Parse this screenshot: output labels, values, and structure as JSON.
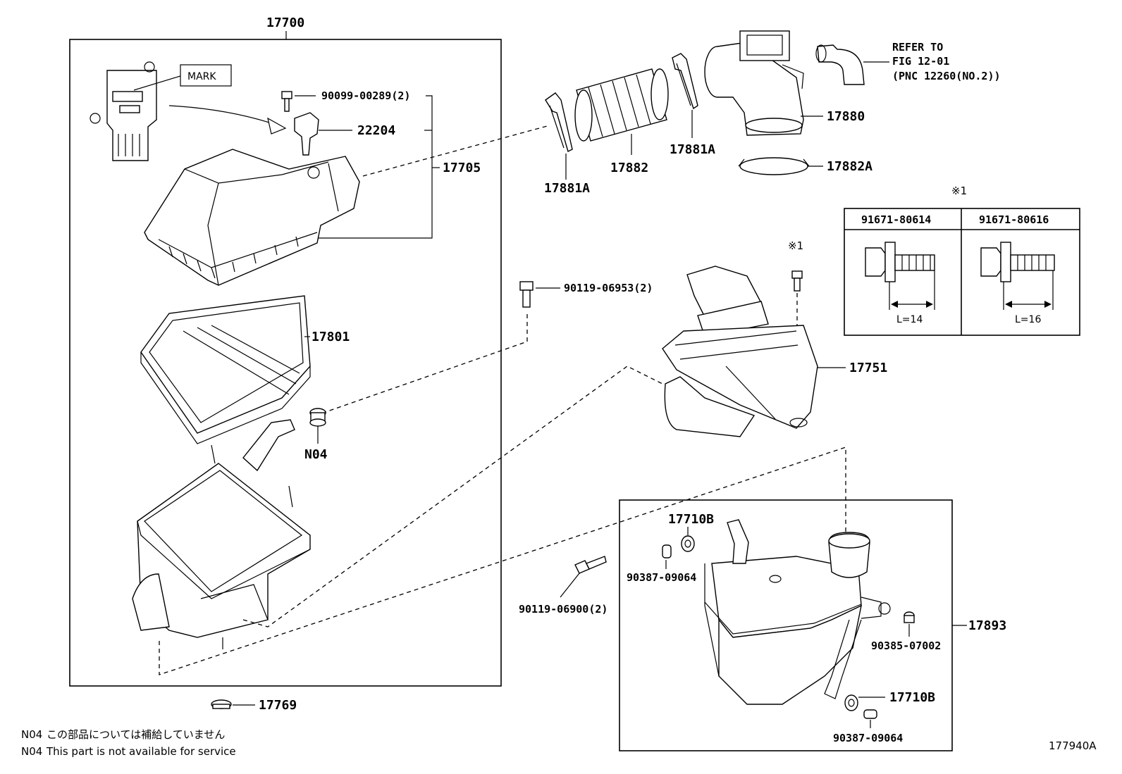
{
  "labels": {
    "assembly": "17700",
    "mark": "MARK",
    "bolt_top": "90099-00289(2)",
    "sensor": "22204",
    "cap_sub": "17705",
    "element": "17801",
    "grommet_n04": "N04",
    "bolt_mid": "90119-06953(2)",
    "bolt_low": "90119-06900(2)",
    "plug": "17769",
    "clamp_a_left": "17881A",
    "hose": "17882",
    "clamp_a_right": "17881A",
    "meter": "17880",
    "band": "17882A",
    "refer_1": "REFER TO",
    "refer_2": "FIG 12-01",
    "refer_3": "(PNC 12260(NO.2))",
    "mark_x1_top": "※1",
    "mark_x1_bolt": "※1",
    "inlet": "17751",
    "resonator": "17893",
    "cushion_upper": "17710B",
    "collar_upper": "90387-09064",
    "grommet_right": "90385-07002",
    "cushion_lower": "17710B",
    "collar_lower": "90387-09064",
    "figure_id": "177940A"
  },
  "bolt_table": {
    "columns": [
      {
        "part_no": "91671-80614",
        "length": "L=14"
      },
      {
        "part_no": "91671-80616",
        "length": "L=16"
      }
    ]
  },
  "notes": [
    {
      "code": "N04",
      "text": "この部品については補給していません"
    },
    {
      "code": "N04",
      "text": "This part is not available for service"
    }
  ]
}
